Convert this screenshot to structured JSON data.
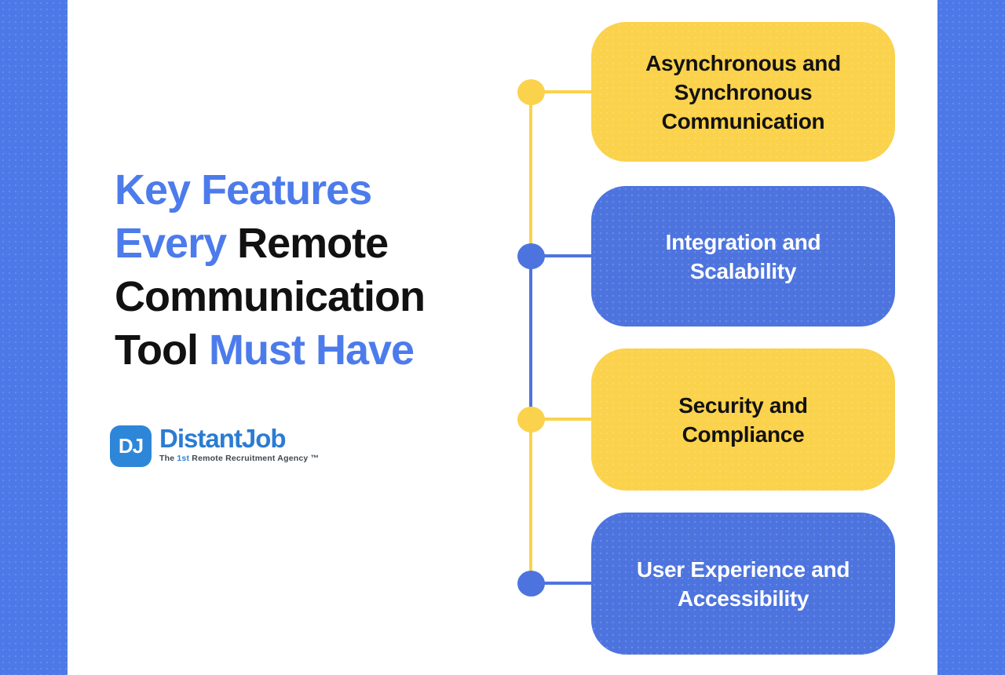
{
  "colors": {
    "sidebar_blue": "#4C78E8",
    "card_blue": "#4D74DE",
    "card_yellow": "#FBD24B",
    "title_blue": "#4C7BEB",
    "title_dark": "#111111",
    "card_text_dark": "#121212",
    "card_text_light": "#FFFFFF",
    "logo_badge_blue": "#2E86D9",
    "logo_wordmark_blue": "#2B7CD2",
    "tagline_dark": "#3D4752",
    "tagline_highlight_blue": "#2F80DC",
    "connector_yellow": "#FBD24B",
    "connector_blue": "#4D74DE"
  },
  "title": {
    "line1_blue": "Key Features",
    "line2_blue": "Every ",
    "line2_dark": "Remote",
    "line3_dark": "Communication",
    "line4_dark": "Tool ",
    "line4_blue": "Must Have"
  },
  "logo": {
    "monogram": "DJ",
    "wordmark": "DistantJob",
    "tagline_prefix": "The ",
    "tagline_highlight": "1st",
    "tagline_suffix": " Remote Recruitment Agency ™"
  },
  "cards": [
    {
      "label": "Asynchronous and\nSynchronous\nCommunication",
      "color": "yellow"
    },
    {
      "label": "Integration and\nScalability",
      "color": "blue"
    },
    {
      "label": "Security and\nCompliance",
      "color": "yellow"
    },
    {
      "label": "User Experience and\nAccessibility",
      "color": "blue"
    }
  ]
}
